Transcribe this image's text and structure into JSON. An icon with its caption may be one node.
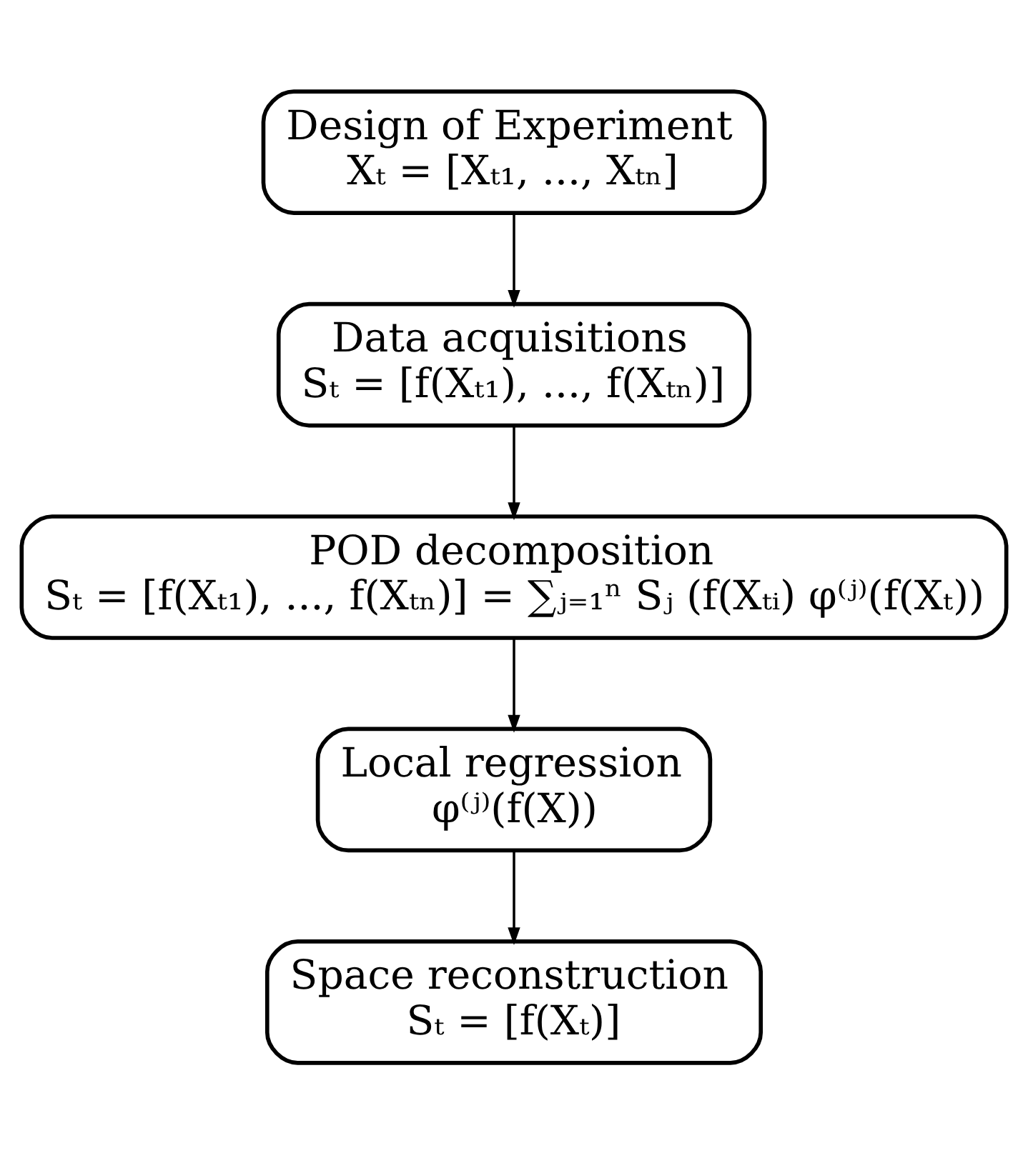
{
  "diagram": {
    "nodes": [
      {
        "text": [
          "Design of Experiment",
          "Xₜ = [Xₜ₁, ..., Xₜₙ]"
        ]
      },
      {
        "text": [
          "Data acquisitions",
          "Sₜ = [f(Xₜ₁), ..., f(Xₜₙ)]"
        ]
      },
      {
        "text": [
          "POD decomposition",
          "Sₜ = [f(Xₜ₁), ..., f(Xₜₙ)] = ∑ⱼ₌₁ⁿ Sⱼ (f(Xₜᵢ) φ⁽ʲ⁾(f(Xₜ))"
        ]
      },
      {
        "text": [
          "Local regression",
          "φ⁽ʲ⁾(f(X))"
        ]
      },
      {
        "text": [
          "Space reconstruction",
          "Sₜ = [f(Xₜ)]"
        ]
      }
    ],
    "edges": [
      {
        "from": 0,
        "to": 1,
        "arrow": "to"
      },
      {
        "from": 1,
        "to": 2,
        "arrow": "to"
      },
      {
        "from": 2,
        "to": 3,
        "arrow": "to"
      },
      {
        "from": 3,
        "to": 4,
        "arrow": "to"
      }
    ]
  }
}
